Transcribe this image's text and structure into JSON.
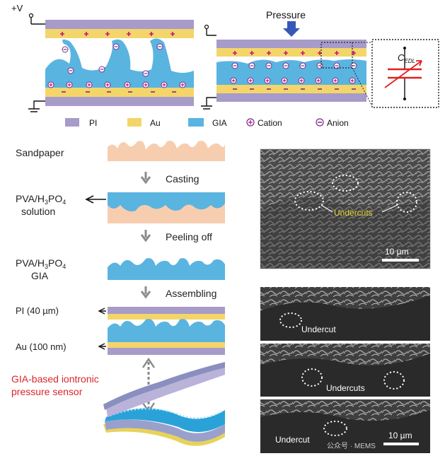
{
  "colors": {
    "pi": "#a79bc9",
    "au": "#f4d56a",
    "gia": "#5ab4e0",
    "sandpaper": "#f7cdb0",
    "cation": "#c0147a",
    "anion": "#7a2a8a",
    "arrow_blue": "#3558b8",
    "red_label": "#d9262c",
    "yellow_label": "#e8d72a",
    "gray_arrow": "#8c8c8c",
    "sem_dark": "#3a3a3a"
  },
  "top": {
    "voltage": "+V",
    "pressure": "Pressure",
    "cedl_main": "C",
    "cedl_sub": "EDL"
  },
  "legend": [
    {
      "key": "pi",
      "label": "PI"
    },
    {
      "key": "au",
      "label": "Au"
    },
    {
      "key": "gia",
      "label": "GIA"
    },
    {
      "key": "cation",
      "label": "Cation"
    },
    {
      "key": "anion",
      "label": "Anion"
    }
  ],
  "steps": {
    "sandpaper": "Sandpaper",
    "casting": "Casting",
    "pva1_line1_a": "PVA/H",
    "pva1_line1_sub": "3",
    "pva1_line1_b": "PO",
    "pva1_line1_sub2": "4",
    "pva1_line2": "solution",
    "peeling": "Peeling off",
    "pva2_line1_a": "PVA/H",
    "pva2_line1_sub": "3",
    "pva2_line1_b": "PO",
    "pva2_line1_sub2": "4",
    "pva2_line2": "GIA",
    "assembling": "Assembling",
    "pi_label": "PI (40 µm)",
    "au_label": "Au (100 nm)",
    "sensor_line1": "GIA-based iontronic",
    "sensor_line2": "pressure sensor"
  },
  "sem": {
    "top_undercuts": "Undercuts",
    "top_scale": "10 µm",
    "p1_undercut": "Undercut",
    "p2_undercuts": "Undercuts",
    "p3_undercut": "Undercut",
    "p3_scale": "10 µm"
  },
  "watermark": "公众号 · MEMS"
}
